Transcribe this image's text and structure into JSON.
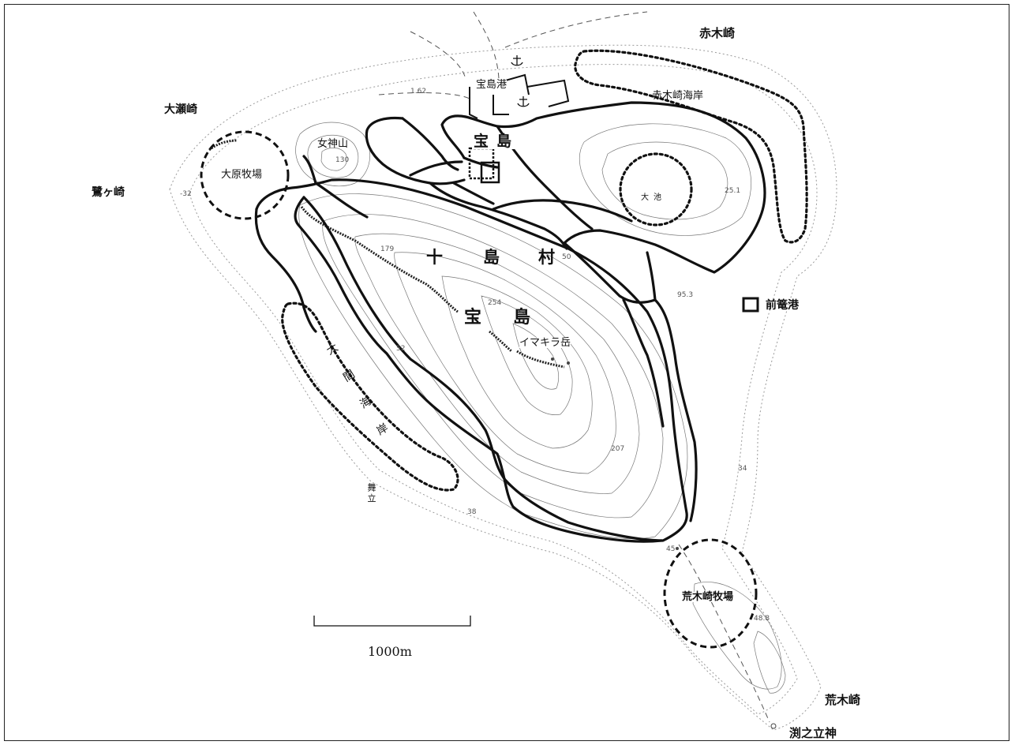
{
  "map": {
    "village": [
      "十",
      "島",
      "村"
    ],
    "island": [
      "宝",
      "島"
    ],
    "town": "宝島",
    "capes": {
      "akagi": "赤木崎",
      "ose": "大瀬崎",
      "sagigasaki": "鷺ヶ崎",
      "araki": "荒木崎",
      "fuchinotategami": "渕之立神"
    },
    "ports": {
      "takarajima": "宝島港",
      "maegami": "前篭港"
    },
    "peaks": {
      "megami": "女神山",
      "imakira": "イマキラ岳"
    },
    "ranches": {
      "ohara": "大原牧場",
      "araki": "荒木崎牧場"
    },
    "coasts": {
      "akagi": "赤木崎海岸",
      "oma": "大間海岸"
    },
    "pond": "大池",
    "maitate": "舞立",
    "scale_label": "1000m",
    "elevations": [
      "1.62",
      "130",
      "25.1",
      "-32",
      "179",
      "50",
      "254",
      "95.3",
      "52",
      "207",
      "34",
      "38",
      "45",
      "48.8"
    ]
  }
}
